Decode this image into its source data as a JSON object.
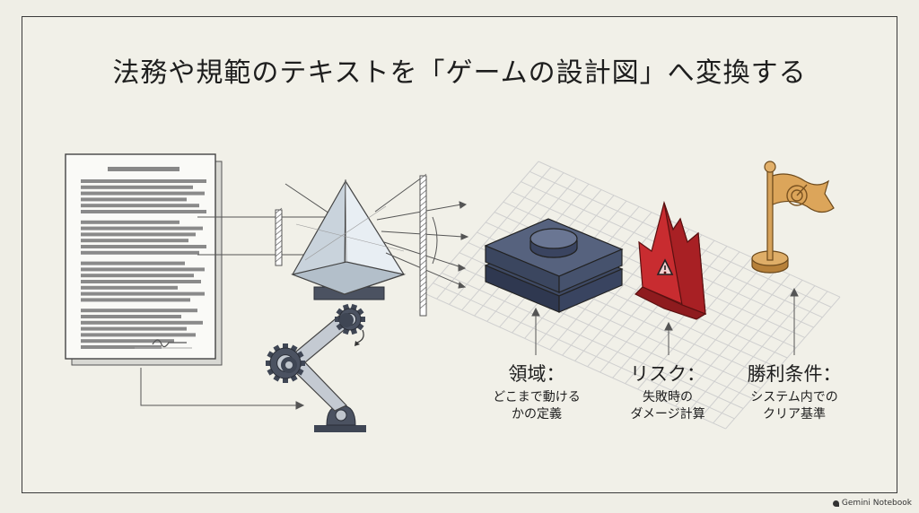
{
  "title": "法務や規範のテキストを「ゲームの設計図」へ変換する",
  "labels": {
    "domain": {
      "heading": "領域：",
      "desc": "どこまで動ける\nかの定義"
    },
    "risk": {
      "heading": "リスク：",
      "desc": "失敗時の\nダメージ計算"
    },
    "win": {
      "heading": "勝利条件：",
      "desc": "システム内での\nクリア基準"
    }
  },
  "brand": "Gemini Notebook",
  "colors": {
    "background": "#efeee6",
    "platform": "#4a5670",
    "warning": "#d9343a",
    "flag": "#d9a55a",
    "grid": "#c8c8c8"
  },
  "icons": [
    "document-icon",
    "prism-icon",
    "robot-arm-icon",
    "platform-icon",
    "warning-icon",
    "flag-icon"
  ]
}
